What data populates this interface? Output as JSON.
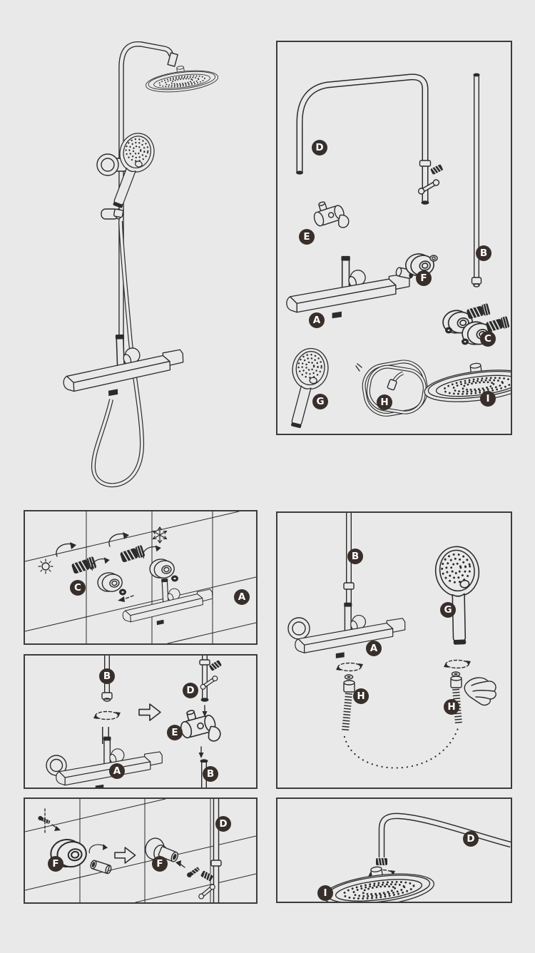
{
  "page": {
    "background_color": "#e9e9e9",
    "line_color": "#2b2b2b",
    "badge_color": "#382f2b",
    "badge_text_color": "#ffffff"
  },
  "badges": {
    "parts_box": [
      "D",
      "B",
      "E",
      "F",
      "A",
      "C",
      "G",
      "H",
      "I"
    ],
    "step1": [
      "C",
      "A"
    ],
    "step2": [
      "B",
      "D",
      "E",
      "A",
      "B"
    ],
    "step3": [
      "F",
      "F",
      "D"
    ],
    "step4": [
      "B",
      "G",
      "A",
      "H",
      "H"
    ],
    "step5": [
      "D",
      "I"
    ]
  },
  "icons": {
    "sun": "hot-water-side",
    "snowflake": "cold-water-side",
    "hollow_arrow": "next-step",
    "rotate_ellipse": "screw-on-rotation",
    "down_arrow": "insert-downward",
    "dashed_arrow": "mounting-direction"
  }
}
